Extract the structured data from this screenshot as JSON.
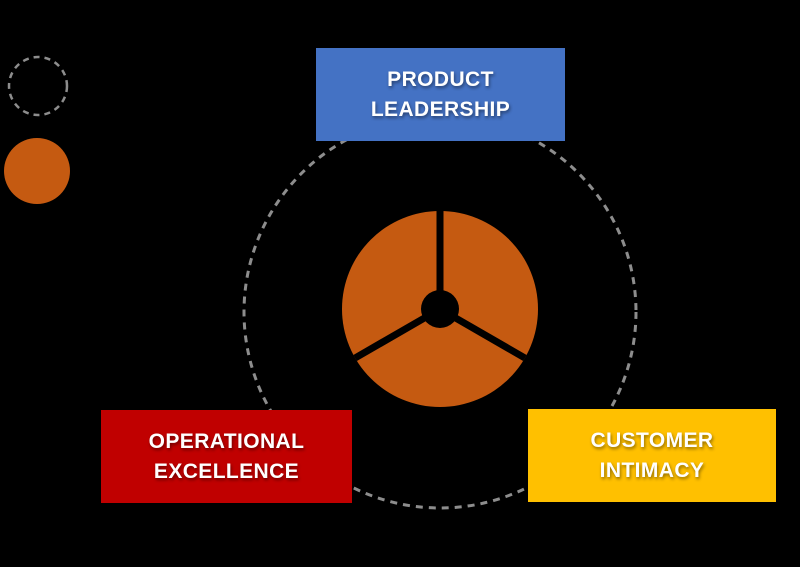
{
  "canvas": {
    "background": "#000000",
    "text_color": "#FFFFFF"
  },
  "legend": {
    "items": [
      {
        "name": "dashed-circle-marker",
        "type": "dashed-outline-circle",
        "color": "#8d8d8d"
      },
      {
        "name": "orange-circle-marker",
        "type": "filled-circle",
        "color": "#C55A11"
      }
    ]
  },
  "diagram": {
    "boxes": [
      {
        "id": "product-leadership",
        "lines": [
          "PRODUCT",
          "LEADERSHIP"
        ],
        "color": "#4472C4"
      },
      {
        "id": "operational-excellence",
        "lines": [
          "OPERATIONAL",
          "EXCELLENCE"
        ],
        "color": "#C00000"
      },
      {
        "id": "customer-intimacy",
        "lines": [
          "CUSTOMER",
          "INTIMACY"
        ],
        "color": "#FFC000"
      }
    ],
    "orbit_circle": {
      "style": "dashed",
      "color": "#8d8d8d"
    },
    "wheel": {
      "fill": "#C55A11",
      "spokes": 3,
      "spoke_color": "#000000",
      "hub_color": "#000000"
    }
  }
}
